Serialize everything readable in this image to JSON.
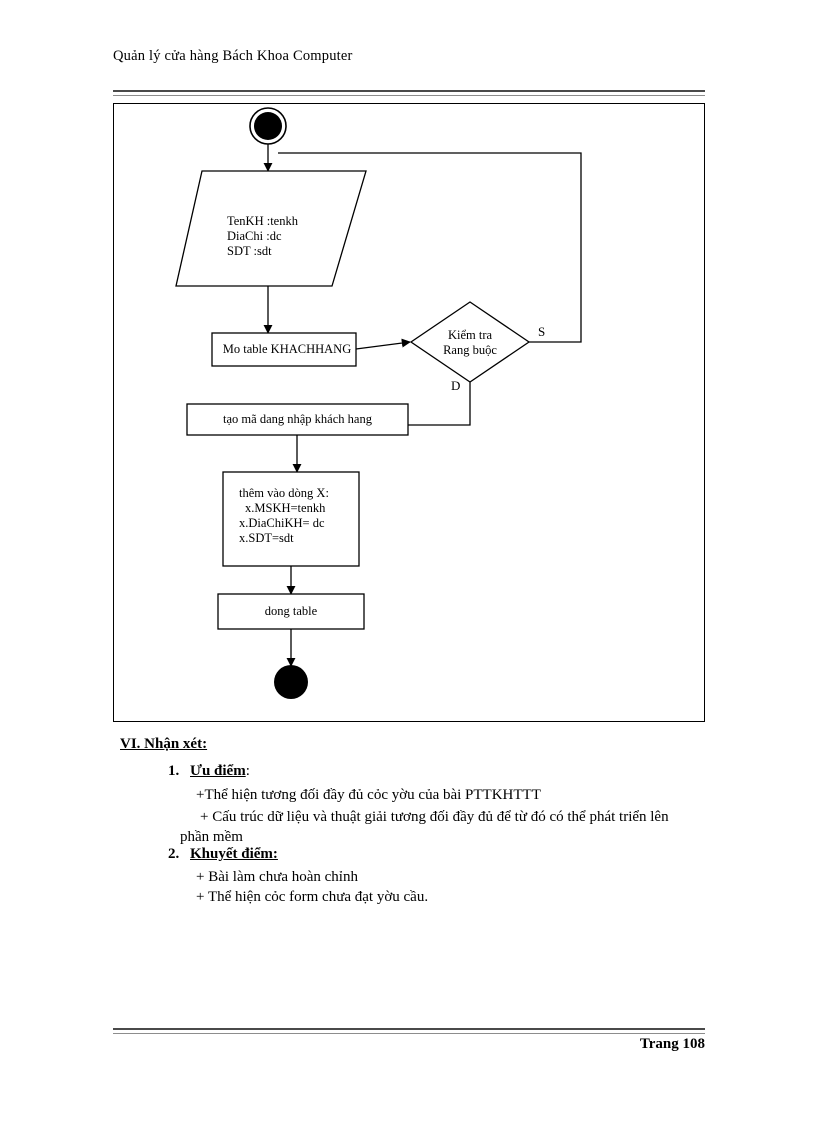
{
  "document": {
    "running_header": "Quản lý cửa hàng Bách Khoa Computer",
    "footer_page_label": "Trang  108"
  },
  "diagram": {
    "type": "activity-flowchart",
    "nodes": {
      "start": "start-node",
      "input": {
        "line1": "TenKH :tenkh",
        "line2": "DiaChi :dc",
        "line3": "SDT :sdt"
      },
      "open_table": "Mo table KHACHHANG",
      "decision": {
        "line1": "Kiểm tra",
        "line2": "Rang buộc"
      },
      "branch_yes": "S",
      "branch_no": "D",
      "create_code": "tạo mã dang nhập khách hang",
      "assign": {
        "line1": "thêm vào dòng X:",
        "line2": "x.MSKH=tenkh",
        "line3": "x.DiaChiKH= dc",
        "line4": "x.SDT=sdt"
      },
      "close_table": "dong table",
      "end": "end-node"
    }
  },
  "section": {
    "heading": "VI. Nhận xét:",
    "items": [
      {
        "number": "1.",
        "title": "Ưu điểm",
        "title_suffix": ":",
        "lines": [
          "+Thể hiện tương đối đầy đủ cỏc yờu của bài PTTKHTTT",
          "+ Cấu trúc dữ liệu và thuật giải tương đối đầy đủ để từ đó có thể phát triển lên",
          "phần mềm"
        ]
      },
      {
        "number": "2.",
        "title": "Khuyết điểm:",
        "title_suffix": "",
        "lines": [
          "+ Bài làm chưa hoàn chỉnh",
          "+ Thể hiện cỏc form chưa đạt yờu cầu."
        ]
      }
    ]
  }
}
